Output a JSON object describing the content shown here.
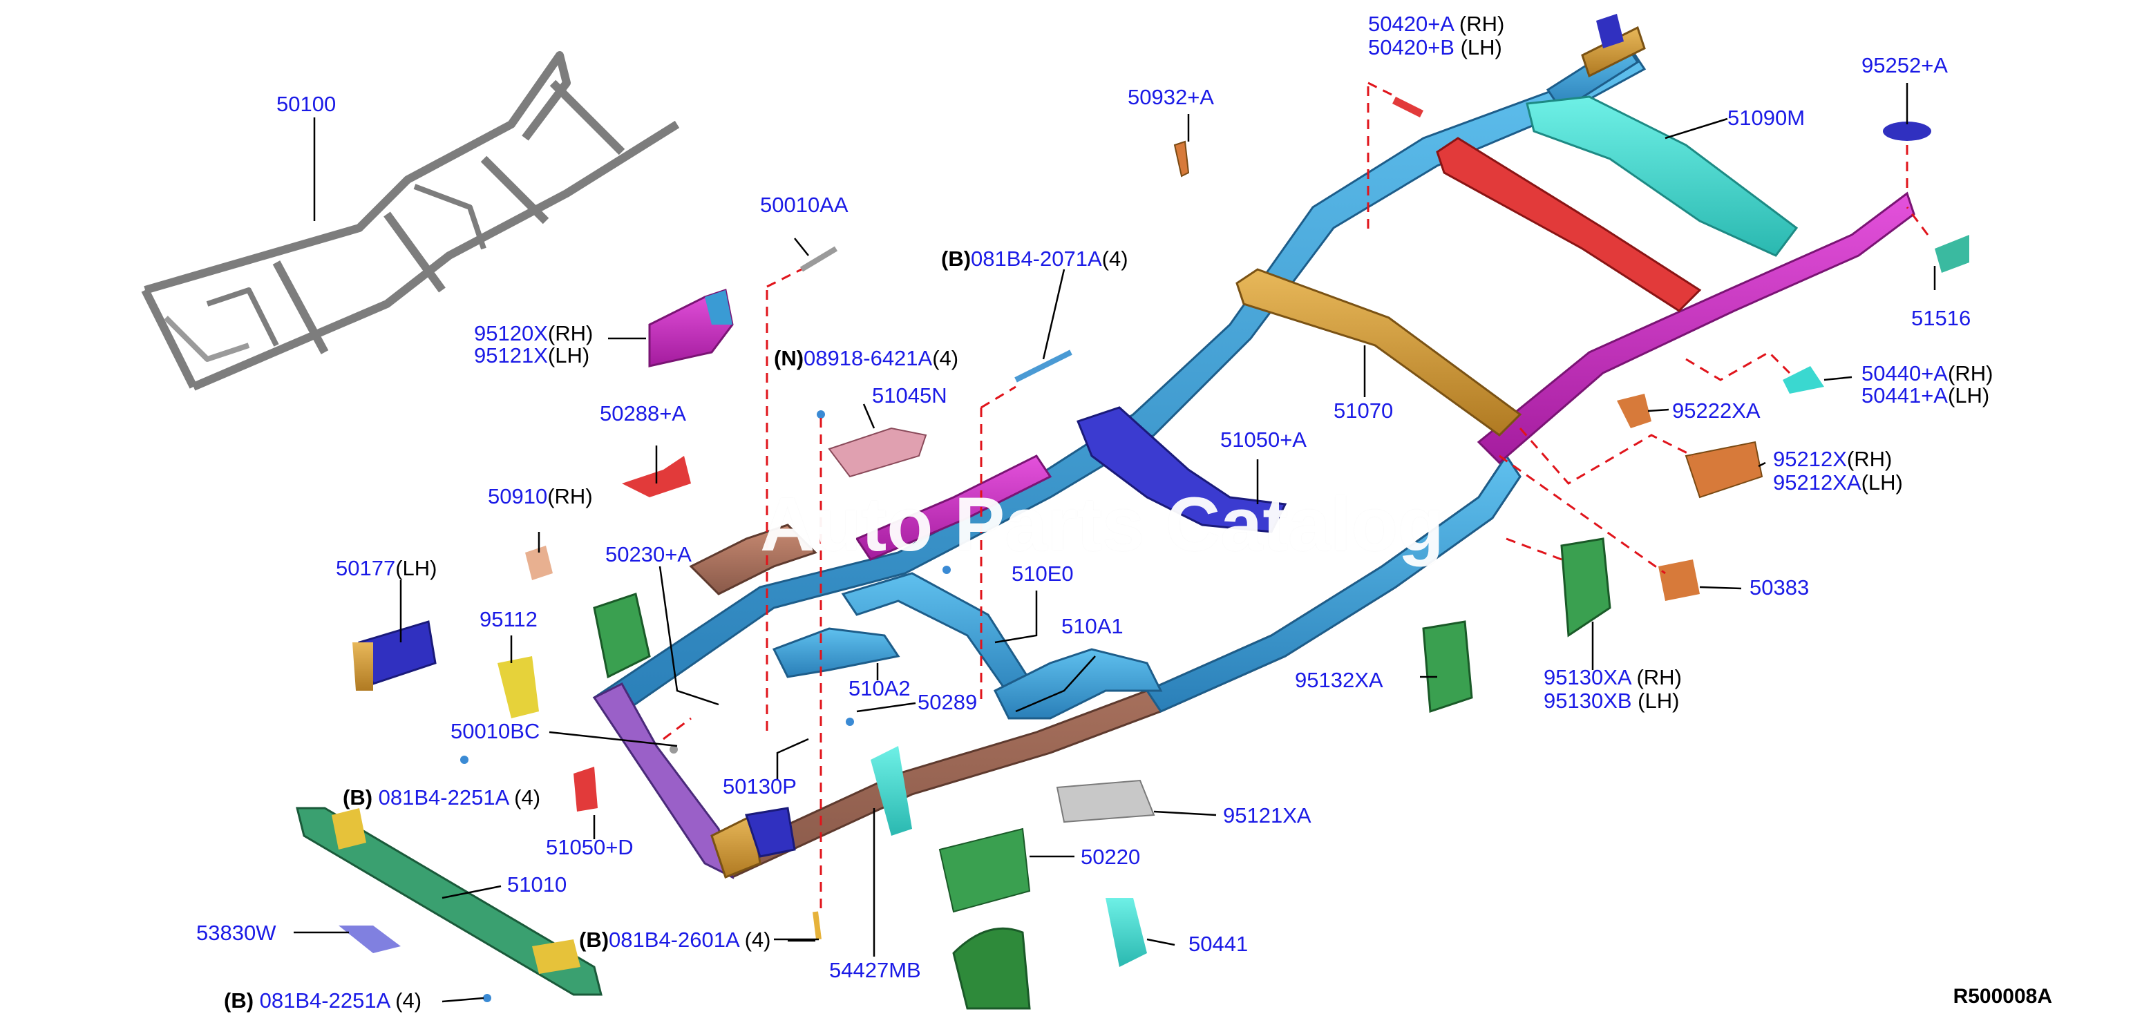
{
  "callouts": [
    {
      "id": "p50100",
      "parts": [
        {
          "t": "50100"
        }
      ]
    },
    {
      "id": "p50420",
      "parts": [
        {
          "t": "50420+A"
        },
        {
          "t": " (RH)",
          "q": 1
        }
      ]
    },
    {
      "id": "p50420b",
      "parts": [
        {
          "t": "50420+B"
        },
        {
          "t": " (LH)",
          "q": 1
        }
      ]
    },
    {
      "id": "p50932",
      "parts": [
        {
          "t": "50932+A"
        }
      ]
    },
    {
      "id": "p95252",
      "parts": [
        {
          "t": "95252+A"
        }
      ]
    },
    {
      "id": "p51090",
      "parts": [
        {
          "t": "51090M"
        }
      ]
    },
    {
      "id": "p50010aa",
      "parts": [
        {
          "t": "50010AA"
        }
      ]
    },
    {
      "id": "p081b4_2071",
      "parts": [
        {
          "t": "(B)",
          "pre": 1
        },
        {
          "t": "081B4-2071A"
        },
        {
          "t": "(4)",
          "q": 1
        }
      ]
    },
    {
      "id": "p95120",
      "parts": [
        {
          "t": "95120X"
        },
        {
          "t": "(RH)",
          "q": 1
        }
      ]
    },
    {
      "id": "p95121",
      "parts": [
        {
          "t": "95121X"
        },
        {
          "t": "(LH)",
          "q": 1
        }
      ]
    },
    {
      "id": "p08918",
      "parts": [
        {
          "t": "(N)",
          "pre": 1
        },
        {
          "t": "08918-6421A"
        },
        {
          "t": "(4)",
          "q": 1
        }
      ]
    },
    {
      "id": "p51045",
      "parts": [
        {
          "t": "51045N"
        }
      ]
    },
    {
      "id": "p51070",
      "parts": [
        {
          "t": "51070"
        }
      ]
    },
    {
      "id": "p51516",
      "parts": [
        {
          "t": "51516"
        }
      ]
    },
    {
      "id": "p50440",
      "parts": [
        {
          "t": "50440+A"
        },
        {
          "t": "(RH)",
          "q": 1
        }
      ]
    },
    {
      "id": "p50441a",
      "parts": [
        {
          "t": "50441+A"
        },
        {
          "t": "(LH)",
          "q": 1
        }
      ]
    },
    {
      "id": "p95222",
      "parts": [
        {
          "t": "95222XA"
        }
      ]
    },
    {
      "id": "p50288",
      "parts": [
        {
          "t": "50288+A"
        }
      ]
    },
    {
      "id": "p51050a",
      "parts": [
        {
          "t": "51050+A"
        }
      ]
    },
    {
      "id": "p95212x",
      "parts": [
        {
          "t": "95212X"
        },
        {
          "t": "(RH)",
          "q": 1
        }
      ]
    },
    {
      "id": "p95212xa",
      "parts": [
        {
          "t": "95212XA"
        },
        {
          "t": "(LH)",
          "q": 1
        }
      ]
    },
    {
      "id": "p50910",
      "parts": [
        {
          "t": "50910"
        },
        {
          "t": "(RH)",
          "q": 1
        }
      ]
    },
    {
      "id": "p50177",
      "parts": [
        {
          "t": "50177"
        },
        {
          "t": "(LH)",
          "q": 1
        }
      ]
    },
    {
      "id": "p50230",
      "parts": [
        {
          "t": "50230+A"
        }
      ]
    },
    {
      "id": "p510e0",
      "parts": [
        {
          "t": "510E0"
        }
      ]
    },
    {
      "id": "p50383",
      "parts": [
        {
          "t": "50383"
        }
      ]
    },
    {
      "id": "p95112",
      "parts": [
        {
          "t": "95112"
        }
      ]
    },
    {
      "id": "p510a1",
      "parts": [
        {
          "t": "510A1"
        }
      ]
    },
    {
      "id": "p95132",
      "parts": [
        {
          "t": "95132XA"
        }
      ]
    },
    {
      "id": "p95130xa",
      "parts": [
        {
          "t": "95130XA"
        },
        {
          "t": " (RH)",
          "q": 1
        }
      ]
    },
    {
      "id": "p95130xb",
      "parts": [
        {
          "t": "95130XB"
        },
        {
          "t": " (LH)",
          "q": 1
        }
      ]
    },
    {
      "id": "p510a2",
      "parts": [
        {
          "t": "510A2"
        }
      ]
    },
    {
      "id": "p50289",
      "parts": [
        {
          "t": "50289"
        }
      ]
    },
    {
      "id": "p50010bc",
      "parts": [
        {
          "t": "50010BC"
        }
      ]
    },
    {
      "id": "p50130",
      "parts": [
        {
          "t": "50130P"
        }
      ]
    },
    {
      "id": "p081b4_2251a",
      "parts": [
        {
          "t": "(B) ",
          "pre": 1
        },
        {
          "t": "081B4-2251A"
        },
        {
          "t": " (4)",
          "q": 1
        }
      ]
    },
    {
      "id": "p95121xa",
      "parts": [
        {
          "t": "95121XA"
        }
      ]
    },
    {
      "id": "p51050d",
      "parts": [
        {
          "t": "51050+D"
        }
      ]
    },
    {
      "id": "p50220",
      "parts": [
        {
          "t": "50220"
        }
      ]
    },
    {
      "id": "p51010",
      "parts": [
        {
          "t": "51010"
        }
      ]
    },
    {
      "id": "p53830",
      "parts": [
        {
          "t": "53830W"
        }
      ]
    },
    {
      "id": "p081b4_2601",
      "parts": [
        {
          "t": "(B)",
          "pre": 1
        },
        {
          "t": "081B4-2601A"
        },
        {
          "t": " (4)",
          "q": 1
        }
      ]
    },
    {
      "id": "p50441",
      "parts": [
        {
          "t": "50441"
        }
      ]
    },
    {
      "id": "p54427",
      "parts": [
        {
          "t": "54427MB"
        }
      ]
    },
    {
      "id": "p081b4_2251b",
      "parts": [
        {
          "t": "(B) ",
          "pre": 1
        },
        {
          "t": "081B4-2251A"
        },
        {
          "t": " (4)",
          "q": 1
        }
      ]
    }
  ],
  "watermark": "Auto Parts Catalog",
  "reference_code": "R500008A",
  "colors": {
    "label": "#1a1ae6",
    "leader": "#000000",
    "dashed": "#e0141b",
    "frame_rail_blue": "#3a9bd4",
    "rail_magenta": "#d030c8",
    "crossmember_orange": "#d9a23a",
    "crossmember_red": "#e23a3a",
    "cyan_part": "#3ad8d0",
    "green_part": "#3aa050",
    "navy_part": "#3030c0",
    "frame_gray": "#808080",
    "copper_part": "#d77a3a"
  }
}
